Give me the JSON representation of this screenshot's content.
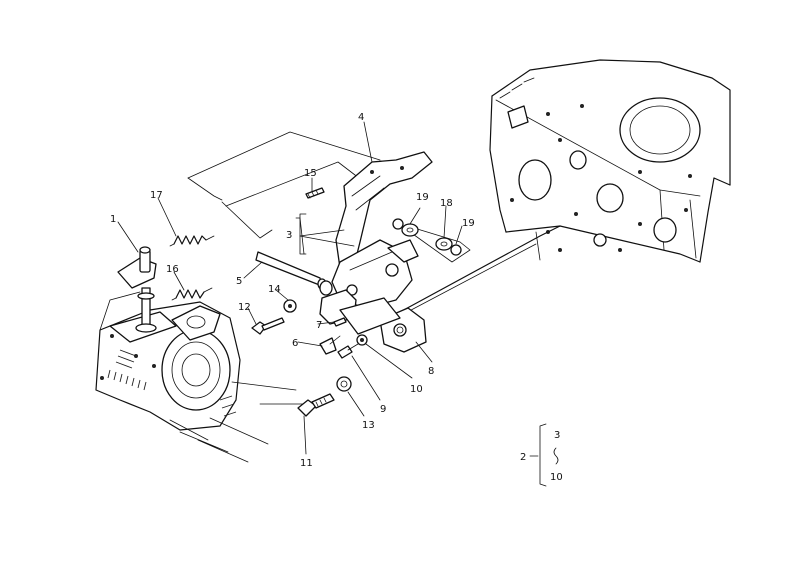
{
  "callouts": {
    "c1": "1",
    "c2": "2",
    "c3": "3",
    "c4": "4",
    "c5": "5",
    "c6": "6",
    "c7": "7",
    "c8": "8",
    "c9": "9",
    "c10": "10",
    "c11": "11",
    "c12": "12",
    "c13": "13",
    "c14": "14",
    "c15": "15",
    "c16": "16",
    "c17": "17",
    "c18": "18",
    "c19a": "19",
    "c19b": "19"
  },
  "legend": {
    "group": "2",
    "from": "3",
    "to": "10"
  }
}
